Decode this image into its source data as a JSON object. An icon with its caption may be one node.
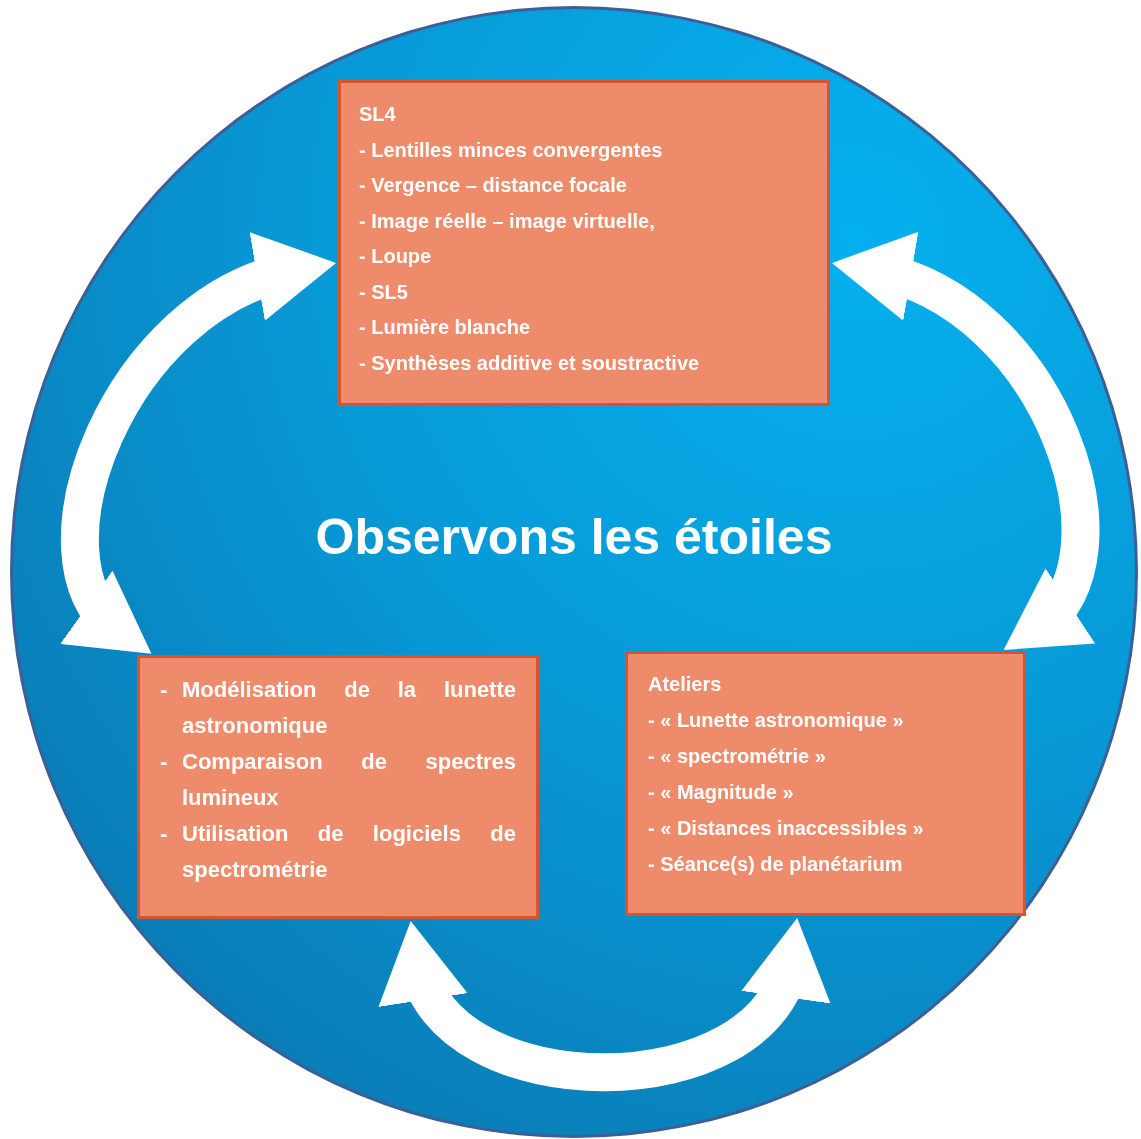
{
  "diagram": {
    "nodes": [
      {
        "text": [
          "Observons les étoiles"
        ]
      },
      {
        "text": [
          "SL4",
          "- Lentilles minces convergentes",
          "- Vergence – distance focale",
          "- Image réelle – image virtuelle,",
          "- Loupe",
          "- SL5",
          "- Lumière blanche",
          "- Synthèses additive et soustractive"
        ],
        "in": 0
      },
      {
        "text": [
          "- Modélisation de la lunette astronomique",
          "- Comparaison de spectres lumineux",
          "- Utilisation de logiciels de spectrométrie"
        ],
        "in": 0
      },
      {
        "text": [
          "Ateliers",
          "- « Lunette astronomique »",
          "- « spectrométrie »",
          "- « Magnitude »",
          "- « Distances inaccessibles »",
          "- Séance(s) de planétarium"
        ],
        "in": 0
      }
    ],
    "edges": [
      {
        "from": 1,
        "to": 2,
        "arrow": "both"
      },
      {
        "from": 1,
        "to": 3,
        "arrow": "both"
      },
      {
        "from": 2,
        "to": 3,
        "arrow": "both"
      }
    ]
  }
}
